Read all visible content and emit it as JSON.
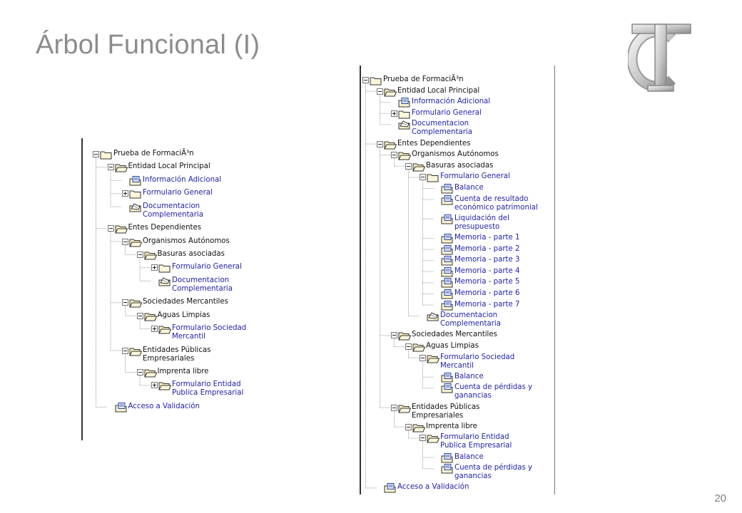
{
  "slide": {
    "title": "Árbol Funcional (I)",
    "page_number": "20"
  },
  "logo": {
    "name": "tc-monogram",
    "letters": "TC"
  },
  "colors": {
    "title": "#8c8c8c",
    "link": "#2222aa",
    "node": "#111111",
    "connector": "#9a9a9a"
  },
  "left_tree": {
    "nodes": [
      {
        "label": "Prueba de FormaciÃ³n",
        "depth": 0,
        "toggle": "minus",
        "icon": "folder-closed-icon",
        "kind": "folder"
      },
      {
        "label": "Entidad Local Principal",
        "depth": 1,
        "toggle": "minus",
        "icon": "folder-open-icon",
        "kind": "folder"
      },
      {
        "label": "Información Adicional",
        "depth": 2,
        "toggle": "",
        "icon": "form-page-icon",
        "kind": "link"
      },
      {
        "label": "Formulario General",
        "depth": 2,
        "toggle": "plus",
        "icon": "folder-closed-icon",
        "kind": "link"
      },
      {
        "label": "Documentacion\nComplementaria",
        "depth": 2,
        "toggle": "",
        "icon": "document-tray-icon",
        "kind": "link"
      },
      {
        "label": "Entes Dependientes",
        "depth": 1,
        "toggle": "minus",
        "icon": "folder-open-icon",
        "kind": "folder"
      },
      {
        "label": "Organismos Autónomos",
        "depth": 2,
        "toggle": "minus",
        "icon": "folder-open-icon",
        "kind": "folder"
      },
      {
        "label": "Basuras asociadas",
        "depth": 3,
        "toggle": "minus",
        "icon": "folder-open-icon",
        "kind": "folder"
      },
      {
        "label": "Formulario General",
        "depth": 4,
        "toggle": "plus",
        "icon": "folder-closed-icon",
        "kind": "link"
      },
      {
        "label": "Documentacion\nComplementaria",
        "depth": 4,
        "toggle": "",
        "icon": "document-tray-icon",
        "kind": "link"
      },
      {
        "label": "Sociedades Mercantiles",
        "depth": 2,
        "toggle": "minus",
        "icon": "folder-open-icon",
        "kind": "folder"
      },
      {
        "label": "Aguas Limpias",
        "depth": 3,
        "toggle": "minus",
        "icon": "folder-open-icon",
        "kind": "folder"
      },
      {
        "label": "Formulario Sociedad\nMercantil",
        "depth": 4,
        "toggle": "plus",
        "icon": "folder-open-icon",
        "kind": "link"
      },
      {
        "label": "Entidades Públicas\nEmpresariales",
        "depth": 2,
        "toggle": "minus",
        "icon": "folder-open-icon",
        "kind": "folder"
      },
      {
        "label": "Imprenta libre",
        "depth": 3,
        "toggle": "minus",
        "icon": "folder-open-icon",
        "kind": "folder"
      },
      {
        "label": "Formulario Entidad\nPublica Empresarial",
        "depth": 4,
        "toggle": "plus",
        "icon": "folder-open-icon",
        "kind": "link"
      },
      {
        "label": "Acceso a Validación",
        "depth": 1,
        "toggle": "",
        "icon": "form-page-icon",
        "kind": "link"
      }
    ]
  },
  "right_tree": {
    "nodes": [
      {
        "label": "Prueba de FormaciÃ³n",
        "depth": 0,
        "toggle": "minus",
        "icon": "folder-closed-icon",
        "kind": "folder"
      },
      {
        "label": "Entidad Local Principal",
        "depth": 1,
        "toggle": "minus",
        "icon": "folder-open-icon",
        "kind": "folder"
      },
      {
        "label": "Información Adicional",
        "depth": 2,
        "toggle": "",
        "icon": "form-page-icon",
        "kind": "link"
      },
      {
        "label": "Formulario General",
        "depth": 2,
        "toggle": "plus",
        "icon": "folder-closed-icon",
        "kind": "link"
      },
      {
        "label": "Documentacion\nComplementaria",
        "depth": 2,
        "toggle": "",
        "icon": "document-tray-icon",
        "kind": "link"
      },
      {
        "label": "Entes Dependientes",
        "depth": 1,
        "toggle": "minus",
        "icon": "folder-open-icon",
        "kind": "folder"
      },
      {
        "label": "Organismos Autónomos",
        "depth": 2,
        "toggle": "minus",
        "icon": "folder-open-icon",
        "kind": "folder"
      },
      {
        "label": "Basuras asociadas",
        "depth": 3,
        "toggle": "minus",
        "icon": "folder-open-icon",
        "kind": "folder"
      },
      {
        "label": "Formulario General",
        "depth": 4,
        "toggle": "minus",
        "icon": "folder-closed-icon",
        "kind": "link"
      },
      {
        "label": "Balance",
        "depth": 5,
        "toggle": "",
        "icon": "form-page-icon",
        "kind": "link"
      },
      {
        "label": "Cuenta de resultado\neconómico patrimonial",
        "depth": 5,
        "toggle": "",
        "icon": "form-page-icon",
        "kind": "link"
      },
      {
        "label": "Liquidación del\npresupuesto",
        "depth": 5,
        "toggle": "",
        "icon": "form-page-icon",
        "kind": "link"
      },
      {
        "label": "Memoria - parte 1",
        "depth": 5,
        "toggle": "",
        "icon": "form-page-icon",
        "kind": "link"
      },
      {
        "label": "Memoria - parte 2",
        "depth": 5,
        "toggle": "",
        "icon": "form-page-icon",
        "kind": "link"
      },
      {
        "label": "Memoria - parte 3",
        "depth": 5,
        "toggle": "",
        "icon": "form-page-icon",
        "kind": "link"
      },
      {
        "label": "Memoria - parte 4",
        "depth": 5,
        "toggle": "",
        "icon": "form-page-icon",
        "kind": "link"
      },
      {
        "label": "Memoria - parte 5",
        "depth": 5,
        "toggle": "",
        "icon": "form-page-icon",
        "kind": "link"
      },
      {
        "label": "Memoria - parte 6",
        "depth": 5,
        "toggle": "",
        "icon": "form-page-icon",
        "kind": "link"
      },
      {
        "label": "Memoria - parte 7",
        "depth": 5,
        "toggle": "",
        "icon": "form-page-icon",
        "kind": "link"
      },
      {
        "label": "Documentacion\nComplementaria",
        "depth": 4,
        "toggle": "",
        "icon": "document-tray-icon",
        "kind": "link"
      },
      {
        "label": "Sociedades Mercantiles",
        "depth": 2,
        "toggle": "minus",
        "icon": "folder-open-icon",
        "kind": "folder"
      },
      {
        "label": "Aguas Limpias",
        "depth": 3,
        "toggle": "minus",
        "icon": "folder-open-icon",
        "kind": "folder"
      },
      {
        "label": "Formulario Sociedad\nMercantil",
        "depth": 4,
        "toggle": "minus",
        "icon": "folder-open-icon",
        "kind": "link"
      },
      {
        "label": "Balance",
        "depth": 5,
        "toggle": "",
        "icon": "form-page-icon",
        "kind": "link"
      },
      {
        "label": "Cuenta de pérdidas y\nganancias",
        "depth": 5,
        "toggle": "",
        "icon": "form-page-icon",
        "kind": "link"
      },
      {
        "label": "Entidades Públicas\nEmpresariales",
        "depth": 2,
        "toggle": "minus",
        "icon": "folder-open-icon",
        "kind": "folder"
      },
      {
        "label": "Imprenta libre",
        "depth": 3,
        "toggle": "minus",
        "icon": "folder-open-icon",
        "kind": "folder"
      },
      {
        "label": "Formulario Entidad\nPublica Empresarial",
        "depth": 4,
        "toggle": "minus",
        "icon": "folder-open-icon",
        "kind": "link"
      },
      {
        "label": "Balance",
        "depth": 5,
        "toggle": "",
        "icon": "form-page-icon",
        "kind": "link"
      },
      {
        "label": "Cuenta de pérdidas y\nganancias",
        "depth": 5,
        "toggle": "",
        "icon": "form-page-icon",
        "kind": "link"
      },
      {
        "label": "Acceso a Validación",
        "depth": 1,
        "toggle": "",
        "icon": "form-page-icon",
        "kind": "link"
      }
    ]
  }
}
